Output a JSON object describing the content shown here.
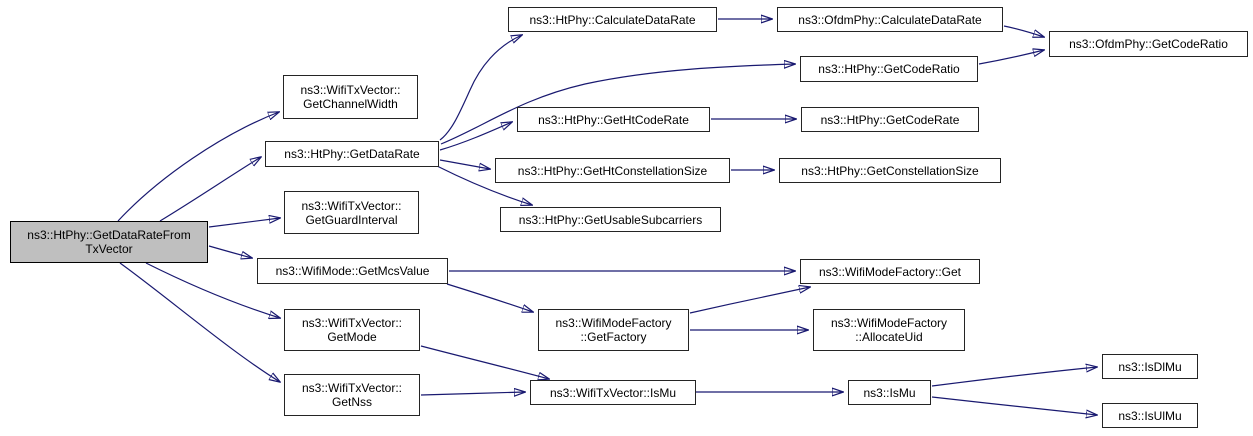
{
  "diagram": {
    "type": "call-graph",
    "focus_function": "ns3::HtPhy::GetDataRateFromTxVector",
    "colors": {
      "background": "#ffffff",
      "edge": "#191970",
      "node_fill": "#ffffff",
      "node_border": "#242424",
      "focus_node_fill": "#bfbfbf",
      "text": "#000000"
    },
    "nodes": [
      {
        "id": "get-data-rate-from-tx-vector",
        "label": "ns3::HtPhy::GetDataRateFrom\nTxVector"
      },
      {
        "id": "get-channel-width",
        "label": "ns3::WifiTxVector::\nGetChannelWidth"
      },
      {
        "id": "get-data-rate",
        "label": "ns3::HtPhy::GetDataRate"
      },
      {
        "id": "get-guard-interval",
        "label": "ns3::WifiTxVector::\nGetGuardInterval"
      },
      {
        "id": "get-mcs-value",
        "label": "ns3::WifiMode::GetMcsValue"
      },
      {
        "id": "get-mode",
        "label": "ns3::WifiTxVector::\nGetMode"
      },
      {
        "id": "get-nss",
        "label": "ns3::WifiTxVector::\nGetNss"
      },
      {
        "id": "ht-calculate-data-rate",
        "label": "ns3::HtPhy::CalculateDataRate"
      },
      {
        "id": "ofdm-calculate-data-rate",
        "label": "ns3::OfdmPhy::CalculateDataRate"
      },
      {
        "id": "ht-get-code-ratio",
        "label": "ns3::HtPhy::GetCodeRatio"
      },
      {
        "id": "ofdm-get-code-ratio",
        "label": "ns3::OfdmPhy::GetCodeRatio"
      },
      {
        "id": "get-ht-code-rate",
        "label": "ns3::HtPhy::GetHtCodeRate"
      },
      {
        "id": "get-code-rate",
        "label": "ns3::HtPhy::GetCodeRate"
      },
      {
        "id": "get-ht-constellation-size",
        "label": "ns3::HtPhy::GetHtConstellationSize"
      },
      {
        "id": "get-constellation-size",
        "label": "ns3::HtPhy::GetConstellationSize"
      },
      {
        "id": "get-usable-subcarriers",
        "label": "ns3::HtPhy::GetUsableSubcarriers"
      },
      {
        "id": "wifi-mode-factory-get",
        "label": "ns3::WifiModeFactory::Get"
      },
      {
        "id": "get-factory",
        "label": "ns3::WifiModeFactory\n::GetFactory"
      },
      {
        "id": "allocate-uid",
        "label": "ns3::WifiModeFactory\n::AllocateUid"
      },
      {
        "id": "wifi-tx-vector-is-mu",
        "label": "ns3::WifiTxVector::IsMu"
      },
      {
        "id": "is-mu",
        "label": "ns3::IsMu"
      },
      {
        "id": "is-dl-mu",
        "label": "ns3::IsDlMu"
      },
      {
        "id": "is-ul-mu",
        "label": "ns3::IsUlMu"
      }
    ],
    "edges": [
      {
        "from": "get-data-rate-from-tx-vector",
        "to": "get-channel-width"
      },
      {
        "from": "get-data-rate-from-tx-vector",
        "to": "get-data-rate"
      },
      {
        "from": "get-data-rate-from-tx-vector",
        "to": "get-guard-interval"
      },
      {
        "from": "get-data-rate-from-tx-vector",
        "to": "get-mcs-value"
      },
      {
        "from": "get-data-rate-from-tx-vector",
        "to": "get-mode"
      },
      {
        "from": "get-data-rate-from-tx-vector",
        "to": "get-nss"
      },
      {
        "from": "get-data-rate",
        "to": "ht-calculate-data-rate"
      },
      {
        "from": "get-data-rate",
        "to": "ht-get-code-ratio"
      },
      {
        "from": "get-data-rate",
        "to": "get-ht-code-rate"
      },
      {
        "from": "get-data-rate",
        "to": "get-ht-constellation-size"
      },
      {
        "from": "get-data-rate",
        "to": "get-usable-subcarriers"
      },
      {
        "from": "ht-calculate-data-rate",
        "to": "ofdm-calculate-data-rate"
      },
      {
        "from": "ofdm-calculate-data-rate",
        "to": "ofdm-get-code-ratio"
      },
      {
        "from": "ht-get-code-ratio",
        "to": "ofdm-get-code-ratio"
      },
      {
        "from": "get-ht-code-rate",
        "to": "get-code-rate"
      },
      {
        "from": "get-ht-constellation-size",
        "to": "get-constellation-size"
      },
      {
        "from": "get-mcs-value",
        "to": "wifi-mode-factory-get"
      },
      {
        "from": "get-mcs-value",
        "to": "get-factory"
      },
      {
        "from": "get-mode",
        "to": "wifi-tx-vector-is-mu"
      },
      {
        "from": "get-nss",
        "to": "wifi-tx-vector-is-mu"
      },
      {
        "from": "get-factory",
        "to": "wifi-mode-factory-get"
      },
      {
        "from": "get-factory",
        "to": "allocate-uid"
      },
      {
        "from": "wifi-tx-vector-is-mu",
        "to": "is-mu"
      },
      {
        "from": "is-mu",
        "to": "is-dl-mu"
      },
      {
        "from": "is-mu",
        "to": "is-ul-mu"
      }
    ]
  }
}
